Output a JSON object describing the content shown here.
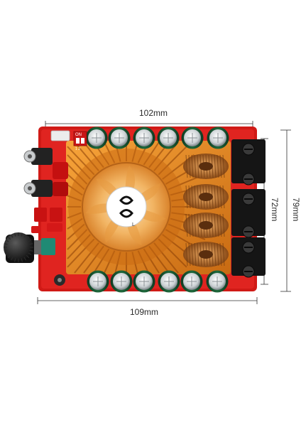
{
  "dimensions": {
    "top_width": "102mm",
    "bottom_width": "109mm",
    "inner_height": "72mm",
    "outer_height": "79mm"
  },
  "board": {
    "switch_text": "ON",
    "switch_numbers": "1  2",
    "fan_label": "L"
  },
  "colors": {
    "pcb": "#d81818",
    "heatsink": "#e8902a",
    "fan_blade": "#f0b060",
    "terminal": "#1a1a1a",
    "coil": "#c87a3a"
  }
}
